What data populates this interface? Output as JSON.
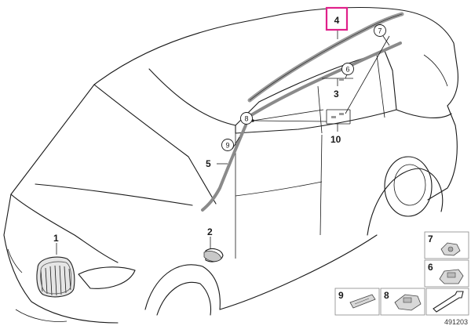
{
  "callouts": {
    "c1": "1",
    "c2": "2",
    "c3": "3",
    "c4": "4",
    "c5": "5",
    "c6": "6",
    "c7": "7",
    "c8": "8",
    "c9": "9",
    "c10": "10"
  },
  "legend": {
    "l7": "7",
    "l6": "6",
    "l9": "9",
    "l8": "8"
  },
  "diagram_number": "491203",
  "colors": {
    "highlight": "#e0208a",
    "line": "#1a1a1a",
    "part_fill": "#d8d8d8"
  }
}
